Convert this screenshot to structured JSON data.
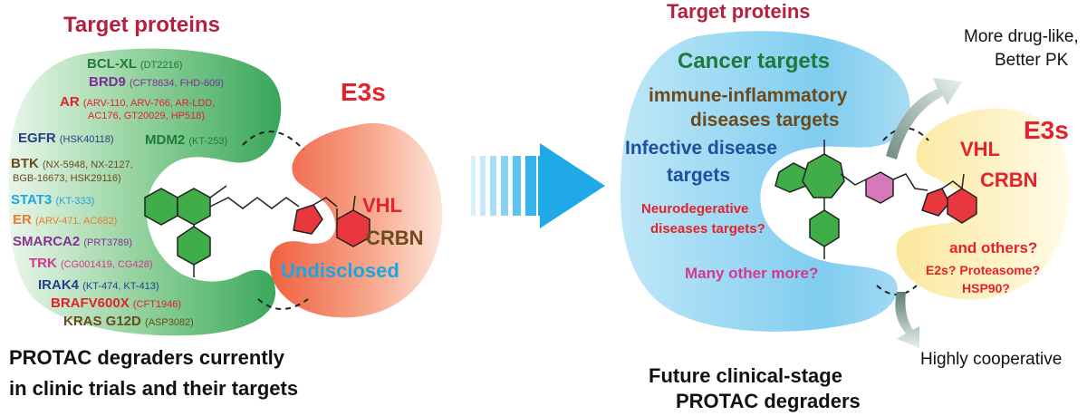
{
  "colors": {
    "title_red": "#b5203f",
    "dark_green": "#1f7a3a",
    "purple": "#7b2f95",
    "red": "#e4222b",
    "navy": "#23408f",
    "brown": "#6b4a1d",
    "cyan": "#1aa6e1",
    "orange": "#ef7b2c",
    "violet": "#8a3196",
    "magenta": "#d6378f",
    "blue": "#1f4fa0"
  },
  "left": {
    "target_title": "Target proteins",
    "targets": [
      {
        "name": "BCL-XL",
        "drugs": "(DT2216)"
      },
      {
        "name": "BRD9",
        "drugs": "(CFT8634, FHD-609)"
      },
      {
        "name": "AR",
        "drugs": "(ARV-110, ARV-766, AR-LDD,"
      },
      {
        "name": "",
        "drugs": "AC176, GT20029, HP518)"
      },
      {
        "name": "EGFR",
        "drugs": "(HSK40118)"
      },
      {
        "name": "MDM2",
        "drugs": "(KT-253)"
      },
      {
        "name": "BTK",
        "drugs": "(NX-5948, NX-2127,"
      },
      {
        "name": "",
        "drugs": "BGB-16673, HSK29116)"
      },
      {
        "name": "STAT3",
        "drugs": "(KT-333)"
      },
      {
        "name": "ER",
        "drugs": "(ARV-471, AC682)"
      },
      {
        "name": "SMARCA2",
        "drugs": "(PRT3789)"
      },
      {
        "name": "TRK",
        "drugs": "(CG001419, CG428)"
      },
      {
        "name": "IRAK4",
        "drugs": "(KT-474, KT-413)"
      },
      {
        "name": "BRAFV600X",
        "drugs": "(CFT1946)"
      },
      {
        "name": "KRAS G12D",
        "drugs": "(ASP3082)"
      }
    ],
    "e3_title": "E3s",
    "e3s": [
      "VHL",
      "CRBN",
      "Undisclosed"
    ],
    "caption": [
      "PROTAC degraders currently",
      "in clinic trials and their targets"
    ]
  },
  "right": {
    "target_title": "Target proteins",
    "targets": [
      "Cancer targets",
      "immune-inflammatory",
      "diseases targets",
      "Infective disease",
      "targets",
      "Neurodegerative",
      "diseases targets?",
      "Many other more?"
    ],
    "e3_title": "E3s",
    "e3s": [
      "VHL",
      "CRBN",
      "and others?",
      "E2s? Proteasome?",
      "HSP90?"
    ],
    "annotations": [
      "More drug-like,",
      "Better PK",
      "Highly cooperative"
    ],
    "caption": [
      "Future clinical-stage",
      "PROTAC degraders"
    ]
  }
}
